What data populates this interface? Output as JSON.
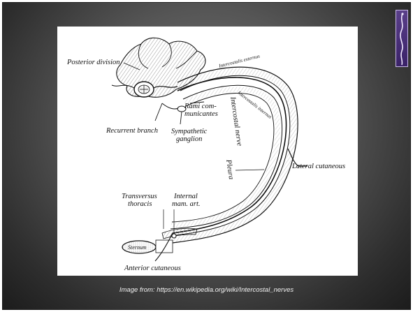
{
  "slide": {
    "caption": "Image from: https://en.wikipedia.org/wiki/Intercostal_nerves"
  },
  "figure": {
    "labels": {
      "posterior_division": "Posterior division",
      "rami_line1": "Rami com-",
      "rami_line2": "municantes",
      "recurrent_branch": "Recurrent branch",
      "sympathetic_line1": "Sympathetic",
      "sympathetic_line2": "ganglion",
      "intercostal_nerve": "Intercostal nerve",
      "pleura": "Pleura",
      "lateral_cutaneous": "Lateral cutaneous",
      "transversus_line1": "Transversus",
      "transversus_line2": "thoracis",
      "internal_line1": "Internal",
      "internal_line2": "mam. art.",
      "sternum": "Sternum",
      "anterior_cutaneous": "Anterior cutaneous",
      "intercostalis_externus": "Intercostalis externus",
      "intercostalis_internus": "Intercostalis internus"
    },
    "colors": {
      "ink": "#111111",
      "hatch": "#9a9a9a"
    }
  }
}
